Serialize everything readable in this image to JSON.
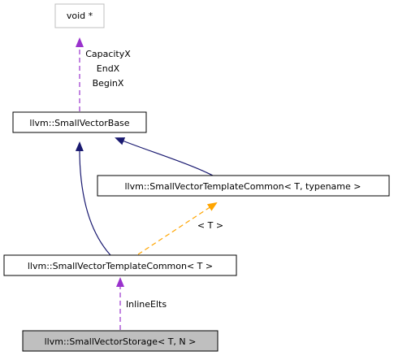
{
  "nodes": {
    "void_ptr": {
      "label": "void *"
    },
    "base": {
      "label": "llvm::SmallVectorBase"
    },
    "template_common_typename": {
      "label": "llvm::SmallVectorTemplateCommon< T, typename >"
    },
    "template_common_t": {
      "label": "llvm::SmallVectorTemplateCommon< T >"
    },
    "storage": {
      "label": "llvm::SmallVectorStorage< T, N >"
    }
  },
  "edges": {
    "members_label_1": "CapacityX",
    "members_label_2": "EndX",
    "members_label_3": "BeginX",
    "template_arg_label": "< T >",
    "inline_elts_label": "InlineElts"
  },
  "colors": {
    "inheritance": "#191970",
    "usage": "#9a32cd",
    "template": "#ffa500",
    "highlight_fill": "#bfbfbf",
    "gray_border": "#bfbfbf"
  }
}
